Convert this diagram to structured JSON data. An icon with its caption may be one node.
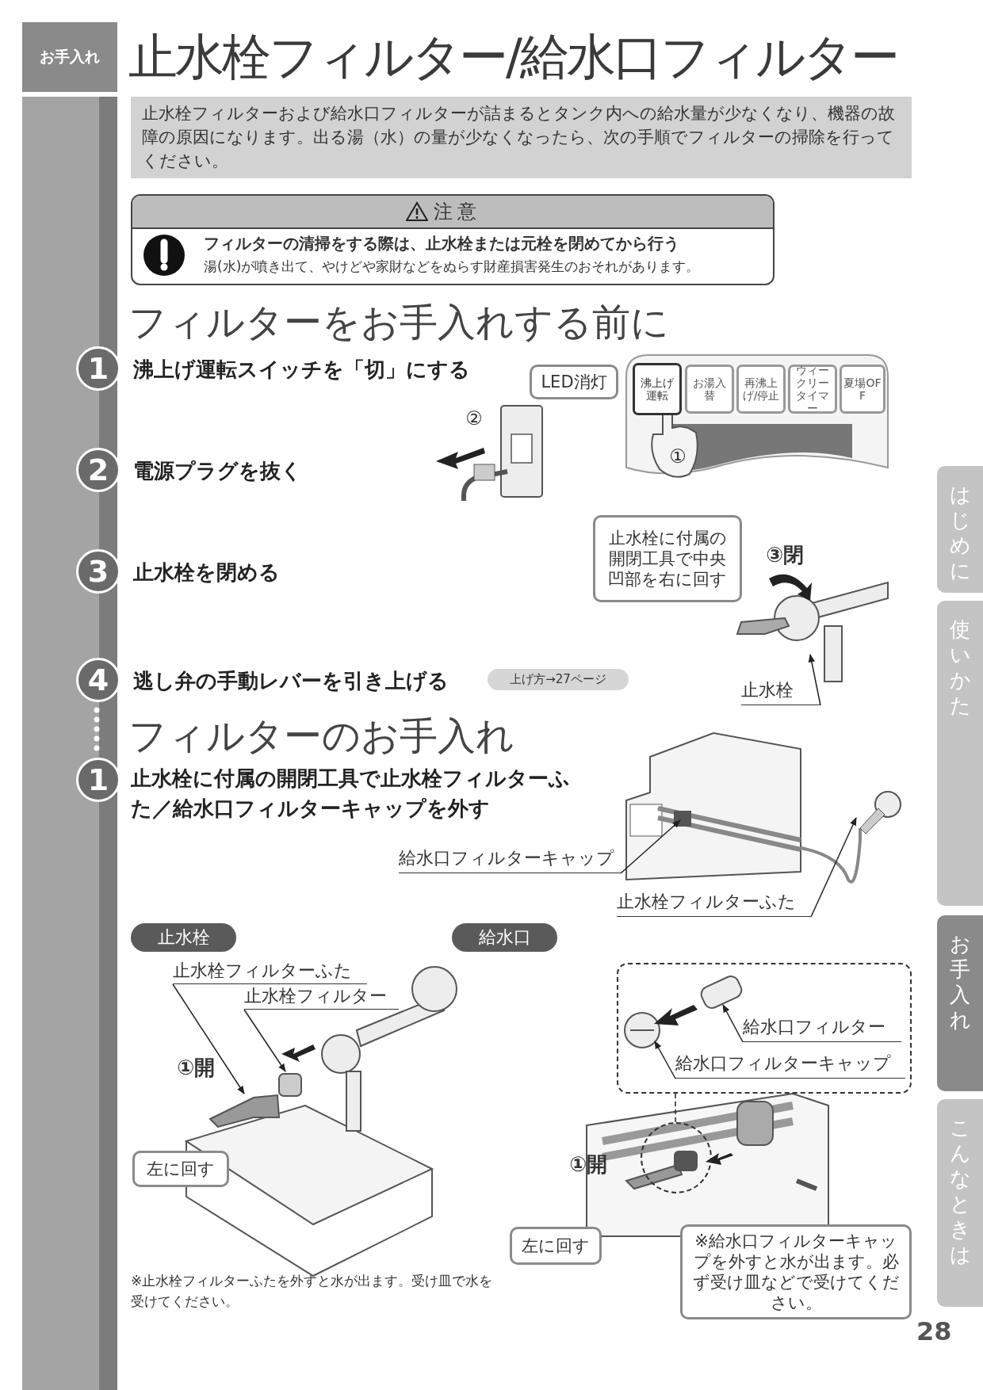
{
  "diagram": {
    "title": "止水栓フィルター/給水口フィルター",
    "nodes": [
      {
        "text": [
          "お手入れ"
        ]
      },
      {
        "text": [
          "止水栓フィルターおよび給水口フィルターが詰まるとタンク内への給水量が少なくなり、機器の故障の原因になります。出る湯（水）の量が少なくなったら、次の手順でフィルターの掃除を行ってください。"
        ]
      },
      {
        "text": [
          "注意",
          "フィルターの清掃をする際は、止水栓または元栓を閉めてから行う",
          "湯(水)が噴き出て、やけどや家財などをぬらす財産損害発生のおそれがあります。"
        ]
      },
      {
        "text": [
          "1"
        ],
        "beside": [
          "沸上げ運転スイッチを「切」にする"
        ]
      },
      {
        "text": [
          "2"
        ],
        "beside": [
          "電源プラグを抜く"
        ]
      },
      {
        "text": [
          "3"
        ],
        "beside": [
          "止水栓を閉める"
        ]
      },
      {
        "text": [
          "4"
        ],
        "beside": [
          "逃し弁の手動レバーを引き上げる"
        ]
      },
      {
        "text": [
          "1"
        ],
        "beside": [
          "止水栓に付属の開閉工具で止水栓フィルターふた／給水口フィルターキャップを外す"
        ]
      },
      {
        "text": [
          "上げ方→27ページ"
        ]
      },
      {
        "text": [
          "LED消灯"
        ]
      },
      {
        "text": [
          "沸上げ運転"
        ]
      },
      {
        "text": [
          "お湯入替"
        ]
      },
      {
        "text": [
          "再沸上げ/停止"
        ]
      },
      {
        "text": [
          "ウィークリータイマー"
        ]
      },
      {
        "text": [
          "夏場OFF"
        ]
      },
      {
        "text": [
          "止水栓に付属の開閉工具で中央凹部を右に回す"
        ]
      },
      {
        "text": [
          "止水栓"
        ]
      },
      {
        "text": [
          "給水口フィルターキャップ"
        ]
      },
      {
        "text": [
          "止水栓フィルターふた"
        ]
      },
      {
        "text": [
          "止水栓"
        ]
      },
      {
        "text": [
          "給水口"
        ]
      },
      {
        "text": [
          "止水栓フィルターふた"
        ]
      },
      {
        "text": [
          "止水栓フィルター"
        ]
      },
      {
        "text": [
          "左に回す"
        ]
      },
      {
        "text": [],
        "shape": "box"
      },
      {
        "text": [
          "給水口フィルター"
        ],
        "in": 24
      },
      {
        "text": [
          "給水口フィルターキャップ"
        ],
        "in": 24
      },
      {
        "text": [],
        "shape": "circle"
      },
      {
        "text": [
          "左に回す"
        ]
      },
      {
        "text": [
          "※給水口フィルターキャップを外すと水が出ます。必ず受け皿などで受けてください。"
        ]
      },
      {
        "text": [
          "はじめに"
        ]
      },
      {
        "text": [
          "使いかた"
        ]
      },
      {
        "text": [
          "お手入れ"
        ]
      },
      {
        "text": [
          "こんなときは"
        ]
      }
    ],
    "edges": [
      {
        "from": 16,
        "to": null,
        "arrow": "to"
      },
      {
        "from": 17,
        "to": null,
        "arrow": "to"
      },
      {
        "from": 18,
        "to": null,
        "arrow": "to"
      },
      {
        "from": 21,
        "to": null,
        "arrow": "to"
      },
      {
        "from": 22,
        "to": null,
        "arrow": "to"
      },
      {
        "from": 25,
        "to": null,
        "arrow": "to"
      },
      {
        "from": 26,
        "to": null,
        "arrow": "to"
      },
      {
        "from": 24,
        "to": 27,
        "arrow": "none",
        "style": "dashed"
      }
    ],
    "labels": [
      "フィルターをお手入れする前に",
      "②",
      "①",
      "③閉",
      "フィルターのお手入れ",
      "①開",
      "※止水栓フィルターふたを外すと水が出ます。受け皿で水を受けてください。",
      "①開",
      "28"
    ]
  }
}
